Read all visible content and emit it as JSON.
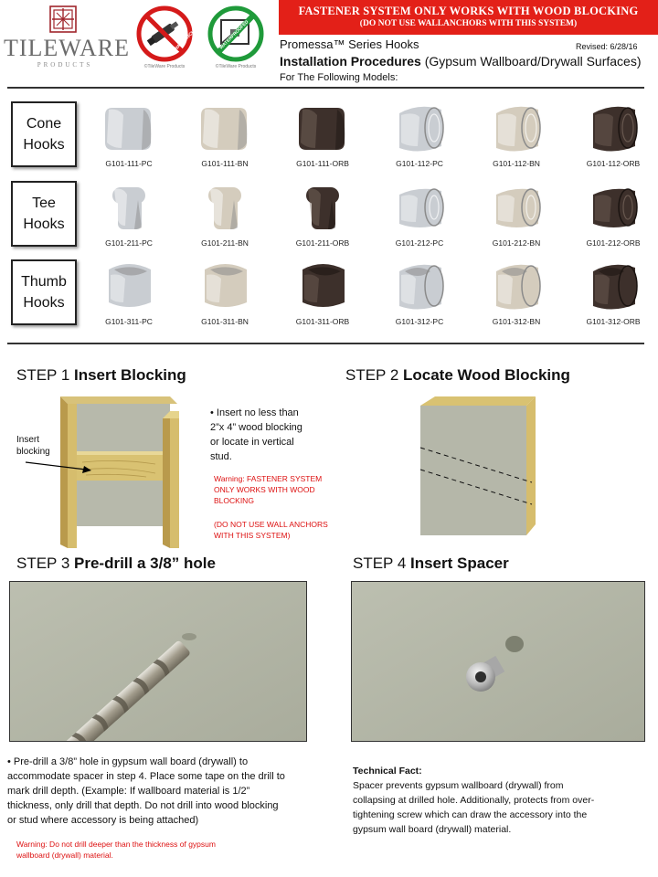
{
  "header": {
    "brand": "TILEWARE",
    "brand_sub": "PRODUCTS",
    "badge_no_anchors_text": "NO WALL ANCHORS",
    "badge_no_anchors_caption": "©TileWare Products",
    "badge_waterproof_text": "WATERPROOFED",
    "badge_waterproof_caption": "©TileWare Products",
    "banner_line1": "FASTENER SYSTEM ONLY WORKS WITH WOOD BLOCKING",
    "banner_line2": "(DO NOT  USE WALLANCHORS WITH THIS SYSTEM)",
    "series": "Promessa™ Series Hooks",
    "revised": "Revised: 6/28/16",
    "procedures_bold": "Installation Procedures",
    "procedures_rest": " (Gypsum Wallboard/Drywall Surfaces)",
    "models_for": "For The Following Models:"
  },
  "colors": {
    "PC": "#c9cdd2",
    "BN": "#d4ccbd",
    "ORB": "#3d302b",
    "banner": "#e32018",
    "warning_text": "#dd1111"
  },
  "hook_rows": [
    {
      "label_line1": "Cone",
      "label_line2": "Hooks",
      "items": [
        {
          "code": "G101-111-PC",
          "finish": "PC",
          "style": "cone-a"
        },
        {
          "code": "G101-111-BN",
          "finish": "BN",
          "style": "cone-a"
        },
        {
          "code": "G101-111-ORB",
          "finish": "ORB",
          "style": "cone-a"
        },
        {
          "code": "G101-112-PC",
          "finish": "PC",
          "style": "cone-b"
        },
        {
          "code": "G101-112-BN",
          "finish": "BN",
          "style": "cone-b"
        },
        {
          "code": "G101-112-ORB",
          "finish": "ORB",
          "style": "cone-b"
        }
      ]
    },
    {
      "label_line1": "Tee",
      "label_line2": "Hooks",
      "items": [
        {
          "code": "G101-211-PC",
          "finish": "PC",
          "style": "tee-a"
        },
        {
          "code": "G101-211-BN",
          "finish": "BN",
          "style": "tee-a"
        },
        {
          "code": "G101-211-ORB",
          "finish": "ORB",
          "style": "tee-a"
        },
        {
          "code": "G101-212-PC",
          "finish": "PC",
          "style": "tee-b"
        },
        {
          "code": "G101-212-BN",
          "finish": "BN",
          "style": "tee-b"
        },
        {
          "code": "G101-212-ORB",
          "finish": "ORB",
          "style": "tee-b"
        }
      ]
    },
    {
      "label_line1": "Thumb",
      "label_line2": "Hooks",
      "items": [
        {
          "code": "G101-311-PC",
          "finish": "PC",
          "style": "thumb-a"
        },
        {
          "code": "G101-311-BN",
          "finish": "BN",
          "style": "thumb-a"
        },
        {
          "code": "G101-311-ORB",
          "finish": "ORB",
          "style": "thumb-a"
        },
        {
          "code": "G101-312-PC",
          "finish": "PC",
          "style": "thumb-b"
        },
        {
          "code": "G101-312-BN",
          "finish": "BN",
          "style": "thumb-b"
        },
        {
          "code": "G101-312-ORB",
          "finish": "ORB",
          "style": "thumb-b"
        }
      ]
    }
  ],
  "step1": {
    "prefix": "STEP 1 ",
    "title": "Insert Blocking",
    "callout_line1": "Insert",
    "callout_line2": "blocking",
    "note_line1": "• Insert no less than",
    "note_line2": "2”x 4” wood blocking",
    "note_line3": "or locate in vertical",
    "note_line4": "stud.",
    "warn_line1": "Warning: FASTENER SYSTEM",
    "warn_line2": "ONLY WORKS WITH WOOD",
    "warn_line3": "BLOCKING",
    "warn_line4": "(DO NOT  USE WALL ANCHORS",
    "warn_line5": "WITH THIS SYSTEM)"
  },
  "step2": {
    "prefix": "STEP 2 ",
    "title": "Locate Wood Blocking"
  },
  "step3": {
    "prefix": "STEP 3 ",
    "title": "Pre-drill a 3/8” hole",
    "note_line1": "• Pre-drill a 3/8” hole  in gypsum wall board (drywall) to",
    "note_line2": "accommodate spacer in step 4. Place some tape on the drill to",
    "note_line3": "mark drill depth. (Example: If wallboard material is 1/2”",
    "note_line4": "thickness, only drill that depth.  Do not drill into wood blocking",
    "note_line5": "or stud where  accessory is being attached)",
    "warn_line1": "Warning: Do not drill deeper than the thickness of gypsum",
    "warn_line2": "wallboard (drywall) material."
  },
  "step4": {
    "prefix": "STEP 4 ",
    "title": "Insert Spacer",
    "tech_title": "Technical Fact:",
    "tech_line1": "Spacer prevents gypsum wallboard (drywall) from",
    "tech_line2": "collapsing at drilled hole. Additionally, protects from over-",
    "tech_line3": "tightening screw which can draw the accessory  into the",
    "tech_line4": "gypsum wall board (drywall) material."
  }
}
